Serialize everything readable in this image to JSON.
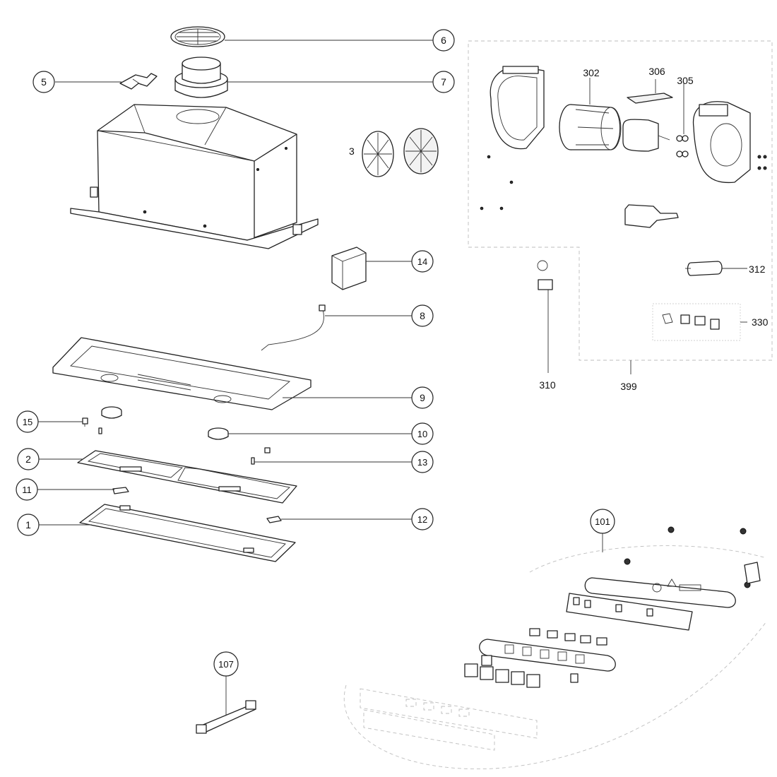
{
  "callouts": [
    {
      "id": "c6",
      "label": "6"
    },
    {
      "id": "c5",
      "label": "5"
    },
    {
      "id": "c7",
      "label": "7"
    },
    {
      "id": "c14",
      "label": "14"
    },
    {
      "id": "c8",
      "label": "8"
    },
    {
      "id": "c9",
      "label": "9"
    },
    {
      "id": "c15",
      "label": "15"
    },
    {
      "id": "c10",
      "label": "10"
    },
    {
      "id": "c2",
      "label": "2"
    },
    {
      "id": "c13",
      "label": "13"
    },
    {
      "id": "c11",
      "label": "11"
    },
    {
      "id": "c12",
      "label": "12"
    },
    {
      "id": "c1",
      "label": "1"
    },
    {
      "id": "c101",
      "label": "101"
    },
    {
      "id": "c107",
      "label": "107"
    }
  ],
  "plain_labels": {
    "l3": "3",
    "l302": "302",
    "l306": "306",
    "l305": "305",
    "l312": "312",
    "l330": "330",
    "l310": "310",
    "l399": "399"
  },
  "colors": {
    "line": "#222222",
    "dashed_group": "#bdbdbd",
    "background": "#ffffff"
  }
}
